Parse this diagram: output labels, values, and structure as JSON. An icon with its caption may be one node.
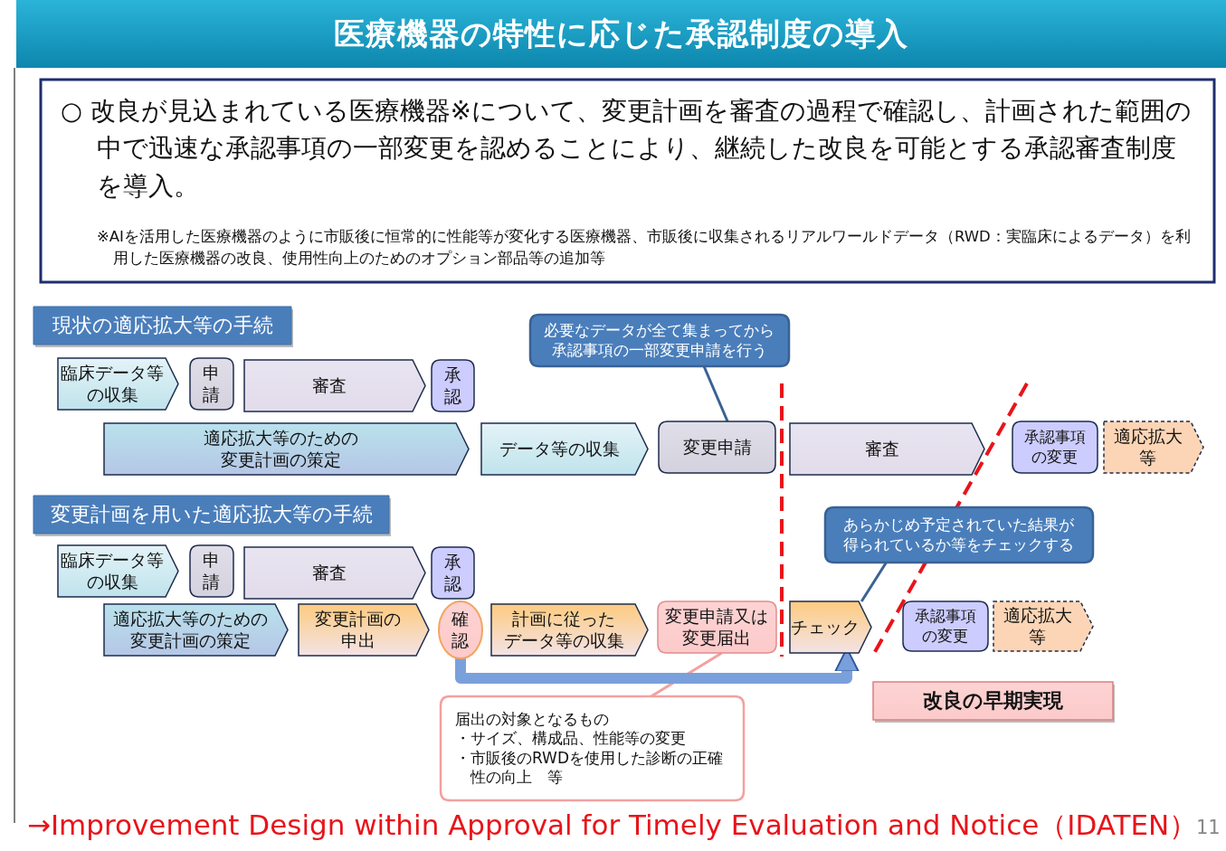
{
  "diagram": {
    "title": "医療機器の特性に応じた承認制度の導入",
    "caption": "→Improvement Design within Approval for Timely Evaluation and Notice（IDATEN）",
    "nodes": [
      {
        "text": [
          "○ 改良が見込まれている医療機器※について、変更計画を審査の過程で確認し、計画された範囲の中で迅速な承認事項の一部変更を認めることにより、継続した改良を可能とする承認審査制度を導入。",
          "※AIを活用した医療機器のように市販後に恒常的に性能等が変化する医療機器、市販後に収集されるリアルワールドデータ（RWD：実臨床によるデータ）を利用した医療機器の改良、使用性向上のためのオプション部品等の追加等"
        ]
      },
      {
        "text": [
          "現状の適応拡大等の手続"
        ]
      },
      {
        "text": [
          "臨床データ等の収集"
        ]
      },
      {
        "text": [
          "申請"
        ]
      },
      {
        "text": [
          "審査"
        ]
      },
      {
        "text": [
          "承認"
        ]
      },
      {
        "text": [
          "適応拡大等のための変更計画の策定"
        ]
      },
      {
        "text": [
          "データ等の収集"
        ]
      },
      {
        "text": [
          "変更申請"
        ]
      },
      {
        "text": [
          "審査"
        ]
      },
      {
        "text": [
          "承認事項の変更"
        ]
      },
      {
        "text": [
          "適応拡大等"
        ]
      },
      {
        "text": [
          "必要なデータが全て集まってから承認事項の一部変更申請を行う"
        ]
      },
      {
        "text": [
          "変更計画を用いた適応拡大等の手続"
        ]
      },
      {
        "text": [
          "臨床データ等の収集"
        ]
      },
      {
        "text": [
          "申請"
        ]
      },
      {
        "text": [
          "審査"
        ]
      },
      {
        "text": [
          "承認"
        ]
      },
      {
        "text": [
          "適応拡大等のための変更計画の策定"
        ]
      },
      {
        "text": [
          "変更計画の申出"
        ]
      },
      {
        "text": [
          "確認"
        ]
      },
      {
        "text": [
          "計画に従ったデータ等の収集"
        ]
      },
      {
        "text": [
          "変更申請又は変更届出"
        ]
      },
      {
        "text": [
          "チェック"
        ]
      },
      {
        "text": [
          "あらかじめ予定されていた結果が得られているか等をチェックする"
        ]
      },
      {
        "text": [
          "承認事項の変更"
        ]
      },
      {
        "text": [
          "適応拡大等"
        ]
      },
      {
        "text": [
          "改良の早期実現"
        ]
      },
      {
        "text": [
          "届出の対象となるもの",
          "・サイズ、構成品、性能等の変更",
          "・市販後のRWDを使用した診断の正確性の向上　等"
        ]
      }
    ],
    "edges": [
      {
        "from": 12,
        "to": 8,
        "arrow": "none",
        "color": "#3a6294"
      },
      {
        "from": 24,
        "to": 23,
        "arrow": "none",
        "color": "#3a6294"
      },
      {
        "from": 28,
        "to": 22,
        "arrow": "none",
        "color": "#f4a0a0"
      },
      {
        "from": 20,
        "to": 23,
        "arrow": "to",
        "style": "thick",
        "color": "#7aa0dc"
      }
    ],
    "labels": [
      "11"
    ]
  }
}
